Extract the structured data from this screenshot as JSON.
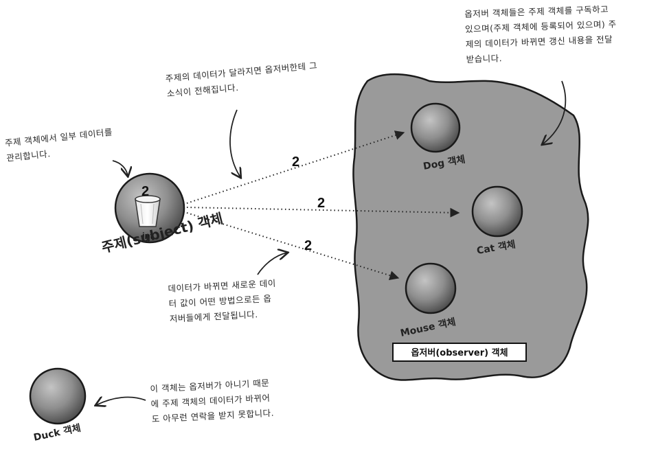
{
  "notes": {
    "observers_subscribed": "옵저버 객체들은 주제 객체를 구독하고\n있으며(주제 객체에 등록되어 있으며) 주\n제의 데이터가 바뀌면 갱신 내용을 전달\n받습니다.",
    "data_changed": "주제의 데이터가 달라지면 옵저버한테 그\n소식이 전해집니다.",
    "subject_manages": "주제 객체에서 일부 데이터를\n관리합니다.",
    "new_value_delivered": "데이터가 바뀌면 새로운 데이\n터 값이 어떤 방법으로든 옵\n저버들에게 전달됩니다.",
    "duck_not_observer": "이 객체는 옵저버가 아니기 때문\n에 주제 객체의 데이터가 바뀌어\n도 아무런 연락을 받지 못합니다."
  },
  "subject": {
    "label": "주제(subject) 객체",
    "value": "2",
    "type_label": "int"
  },
  "messages": [
    "2",
    "2",
    "2"
  ],
  "observers": {
    "group_label": "옵저버(observer) 객체",
    "items": [
      {
        "label": "Dog 객체"
      },
      {
        "label": "Cat 객체"
      },
      {
        "label": "Mouse 객체"
      }
    ]
  },
  "outsider": {
    "label": "Duck 객체"
  }
}
